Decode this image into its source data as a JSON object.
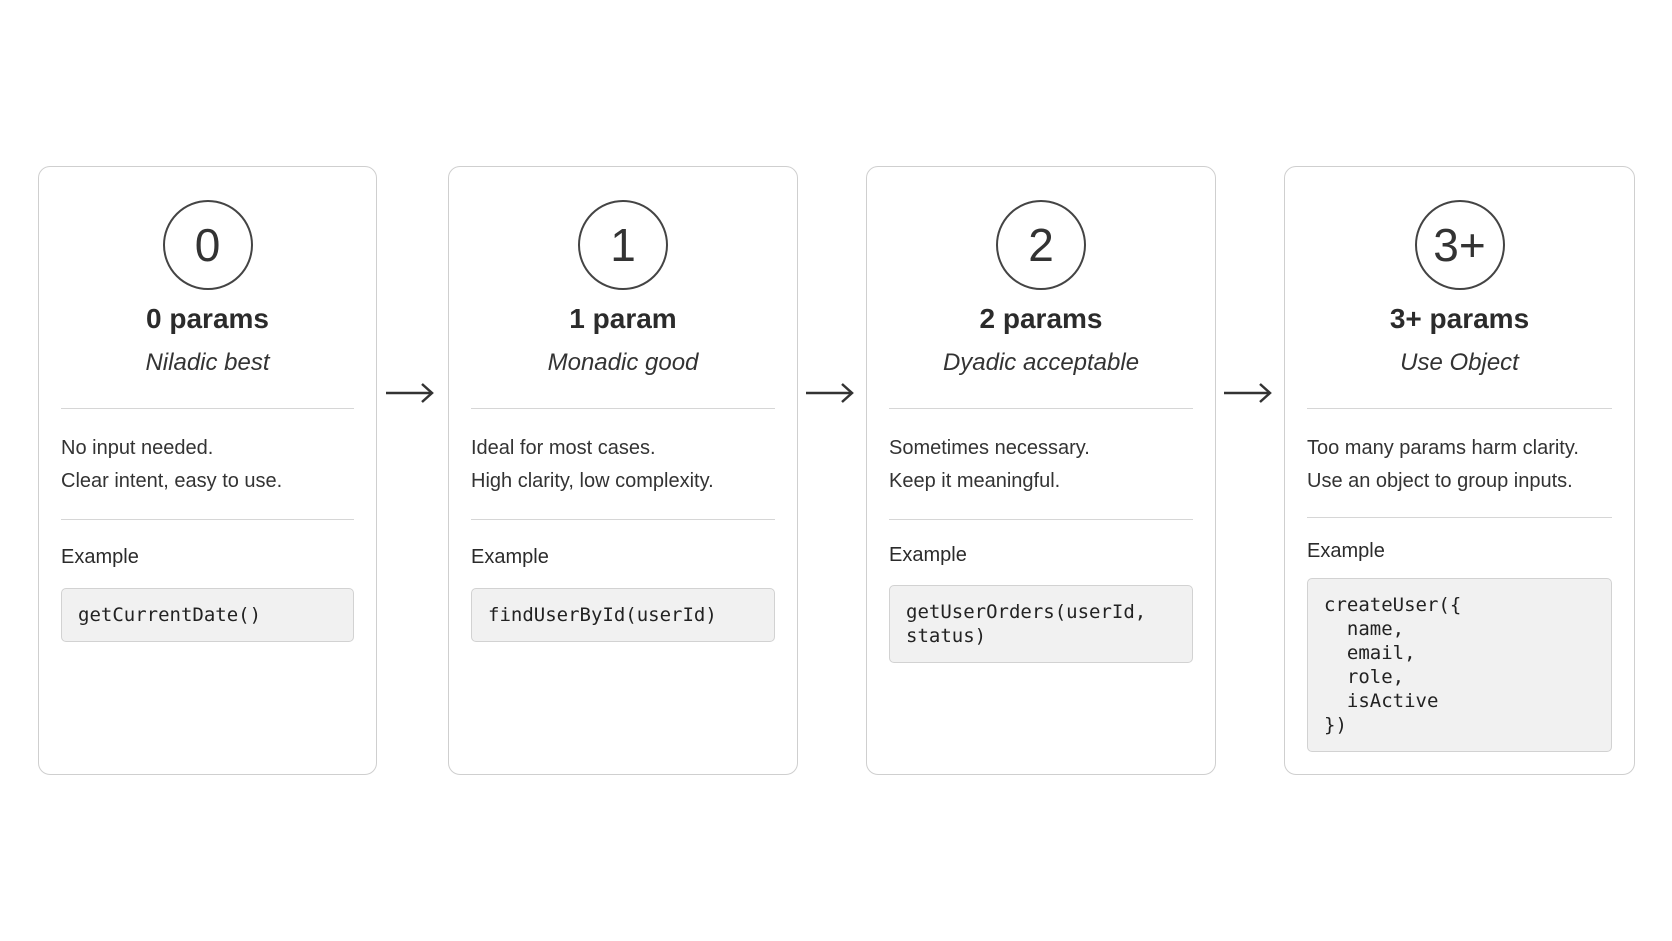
{
  "cards": [
    {
      "badge": "0",
      "title": "0 params",
      "subtitle": "Niladic best",
      "desc": [
        "No input needed.",
        "Clear intent, easy to use."
      ],
      "example_label": "Example",
      "code": "getCurrentDate()"
    },
    {
      "badge": "1",
      "title": "1 param",
      "subtitle": "Monadic good",
      "desc": [
        "Ideal for most cases.",
        "High clarity, low complexity."
      ],
      "example_label": "Example",
      "code": "findUserById(userId)"
    },
    {
      "badge": "2",
      "title": "2 params",
      "subtitle": "Dyadic acceptable",
      "desc": [
        "Sometimes necessary.",
        "Keep it meaningful."
      ],
      "example_label": "Example",
      "code": "getUserOrders(userId,\nstatus)"
    },
    {
      "badge": "3+",
      "title": "3+ params",
      "subtitle": "Use Object",
      "desc": [
        "Too many params harm clarity.",
        "Use an object to group inputs."
      ],
      "example_label": "Example",
      "code": "createUser({\n  name,\n  email,\n  role,\n  isActive\n})"
    }
  ],
  "connectors": [
    "arrow-right-icon",
    "arrow-right-icon",
    "arrow-right-icon"
  ]
}
